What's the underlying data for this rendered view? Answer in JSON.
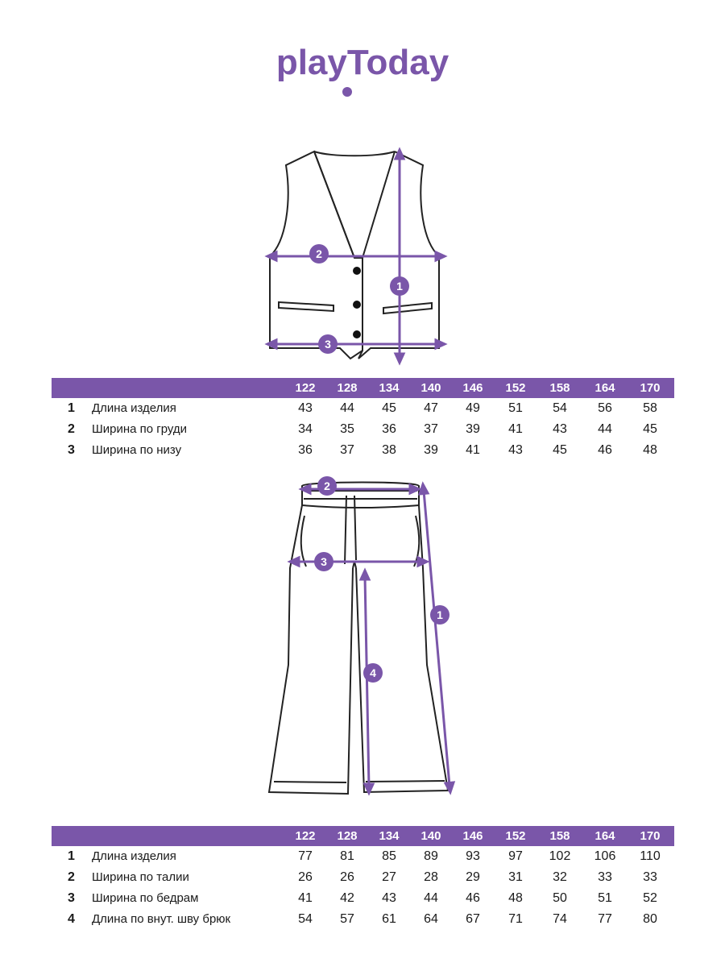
{
  "brand": {
    "logo_text": "playToday",
    "color": "#7a56a9"
  },
  "vest": {
    "markers": [
      "1",
      "2",
      "3"
    ]
  },
  "vest_table": {
    "sizes": [
      "122",
      "128",
      "134",
      "140",
      "146",
      "152",
      "158",
      "164",
      "170"
    ],
    "rows": [
      {
        "num": "1",
        "label": "Длина изделия",
        "values": [
          "43",
          "44",
          "45",
          "47",
          "49",
          "51",
          "54",
          "56",
          "58"
        ]
      },
      {
        "num": "2",
        "label": "Ширина по груди",
        "values": [
          "34",
          "35",
          "36",
          "37",
          "39",
          "41",
          "43",
          "44",
          "45"
        ]
      },
      {
        "num": "3",
        "label": "Ширина по низу",
        "values": [
          "36",
          "37",
          "38",
          "39",
          "41",
          "43",
          "45",
          "46",
          "48"
        ]
      }
    ]
  },
  "pants": {
    "markers": [
      "1",
      "2",
      "3",
      "4"
    ]
  },
  "pants_table": {
    "sizes": [
      "122",
      "128",
      "134",
      "140",
      "146",
      "152",
      "158",
      "164",
      "170"
    ],
    "rows": [
      {
        "num": "1",
        "label": "Длина изделия",
        "values": [
          "77",
          "81",
          "85",
          "89",
          "93",
          "97",
          "102",
          "106",
          "110"
        ]
      },
      {
        "num": "2",
        "label": "Ширина по талии",
        "values": [
          "26",
          "26",
          "27",
          "28",
          "29",
          "31",
          "32",
          "33",
          "33"
        ]
      },
      {
        "num": "3",
        "label": "Ширина по бедрам",
        "values": [
          "41",
          "42",
          "43",
          "44",
          "46",
          "48",
          "50",
          "51",
          "52"
        ]
      },
      {
        "num": "4",
        "label": "Длина по внут. шву брюк",
        "values": [
          "54",
          "57",
          "61",
          "64",
          "67",
          "71",
          "74",
          "77",
          "80"
        ]
      }
    ]
  }
}
